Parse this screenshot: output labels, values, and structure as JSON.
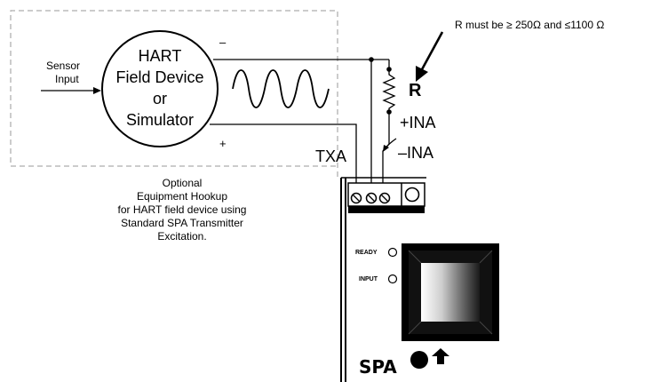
{
  "requirement_note": "R must be ≥ 250Ω and ≤1100 Ω",
  "device": {
    "line1": "HART",
    "line2": "Field Device",
    "line3": "or",
    "line4": "Simulator",
    "minus": "–",
    "plus": "+"
  },
  "sensor_input": {
    "line1": "Sensor",
    "line2": "Input"
  },
  "resistor_label": "R",
  "terminals": {
    "plus_ina": "+INA",
    "minus_ina": "–INA",
    "txa": "TXA"
  },
  "caption": {
    "line1": "Optional",
    "line2": "Equipment Hookup",
    "line3": "for HART field device using",
    "line4": "Standard SPA Transmitter",
    "line5": "Excitation."
  },
  "module": {
    "ready": "READY",
    "input": "INPUT",
    "name": "SPA"
  }
}
